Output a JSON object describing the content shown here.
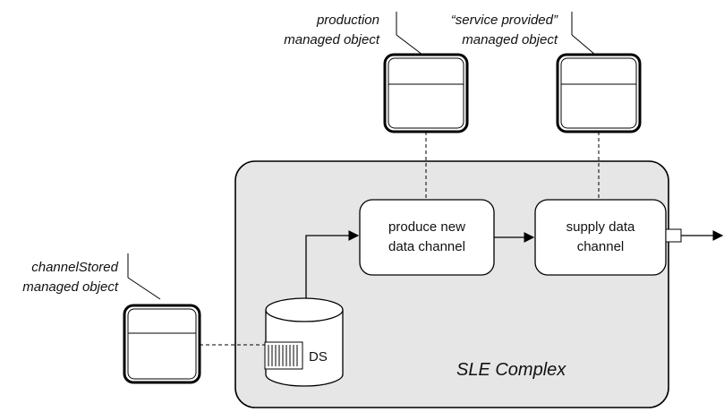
{
  "complex": {
    "label": "SLE Complex",
    "fill": "#e6e6e6"
  },
  "managed_objects": {
    "production": {
      "line1": "production",
      "line2": "managed object"
    },
    "service_provided": {
      "line1": "“service provided”",
      "line2": "managed object"
    },
    "channel_stored": {
      "line1": "channelStored",
      "line2": "managed object"
    }
  },
  "processes": {
    "produce": {
      "line1": "produce new",
      "line2": "data channel"
    },
    "supply": {
      "line1": "supply data",
      "line2": "channel"
    }
  },
  "data_store": {
    "label": "DS"
  }
}
